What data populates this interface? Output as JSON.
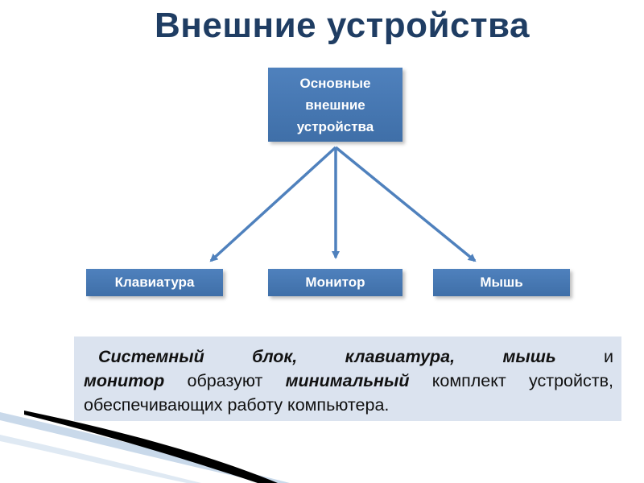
{
  "slide": {
    "title": "Внешние устройства"
  },
  "diagram": {
    "root": {
      "line1": "Основные",
      "line2": "внешние",
      "line3": "устройства"
    },
    "children": [
      {
        "label": "Клавиатура"
      },
      {
        "label": "Монитор"
      },
      {
        "label": "Мышь"
      }
    ],
    "colors": {
      "box": "#4f81bd",
      "arrow": "#4f81bd",
      "title": "#1f3d63",
      "note_background": "#dbe3ef"
    }
  },
  "note": {
    "part1": "Системный блок, клавиатура, мышь",
    "part2": " и ",
    "part3": "монитор",
    "part4": " образуют ",
    "part5": "минимальный",
    "part6": " комплект устройств, обеспечивающих работу компьютера."
  }
}
